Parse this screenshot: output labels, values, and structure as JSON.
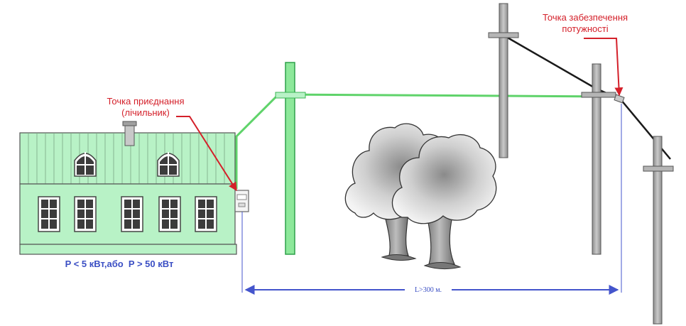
{
  "labels": {
    "connection_point_line1": "Точка приєднання",
    "connection_point_line2": "(лічильник)",
    "power_point_line1": "Точка забезпечення",
    "power_point_line2": "потужності",
    "power_condition": "P < 5 кВт,або  P > 50 кВт",
    "distance": "L>300 м."
  },
  "colors": {
    "house_green": "#b8f2c6",
    "line_green": "#5fd36a",
    "pole_gray": "#a9a9a9",
    "label_red": "#d4202a",
    "label_blue": "#3b4fc4",
    "dimension_blue": "#4455cc"
  }
}
